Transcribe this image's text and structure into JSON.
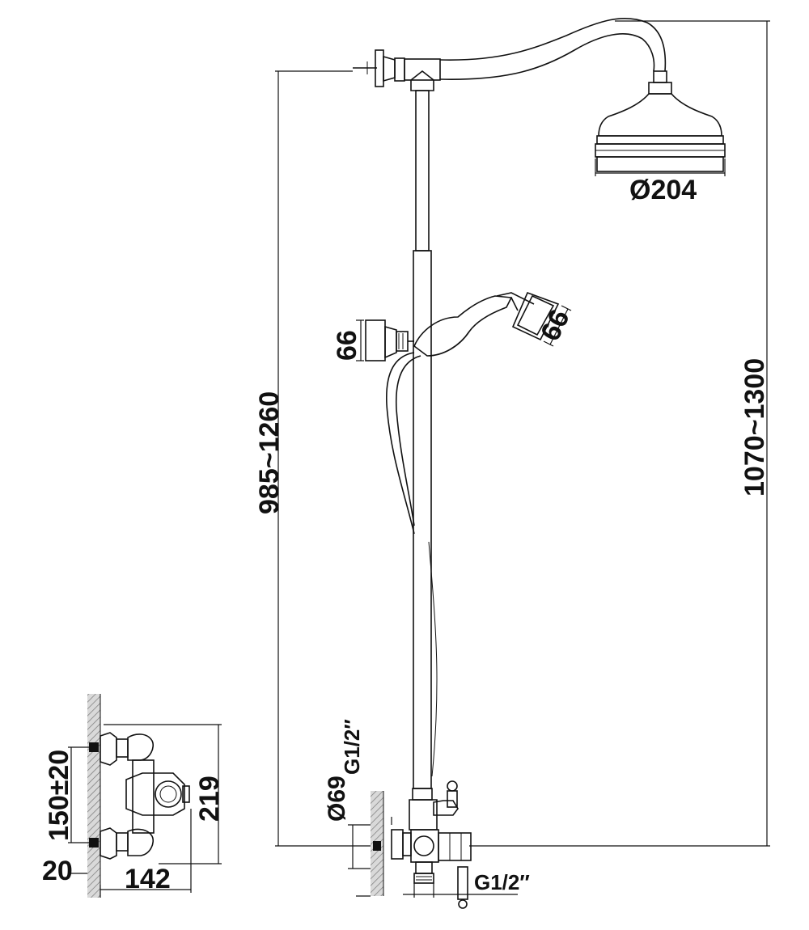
{
  "dimensions": {
    "head_diameter": "Ø204",
    "hand_shower_size": "66",
    "hand_holder_size": "66",
    "bar_height": "985~1260",
    "overall_height": "1070~1300",
    "inlet_top": "G1/2″",
    "inlet_diameter": "Ø69",
    "outlet_bottom": "G1/2″",
    "mixer_centers": "150±20",
    "mixer_offset": "20",
    "mixer_depth": "142",
    "mixer_height": "219"
  }
}
